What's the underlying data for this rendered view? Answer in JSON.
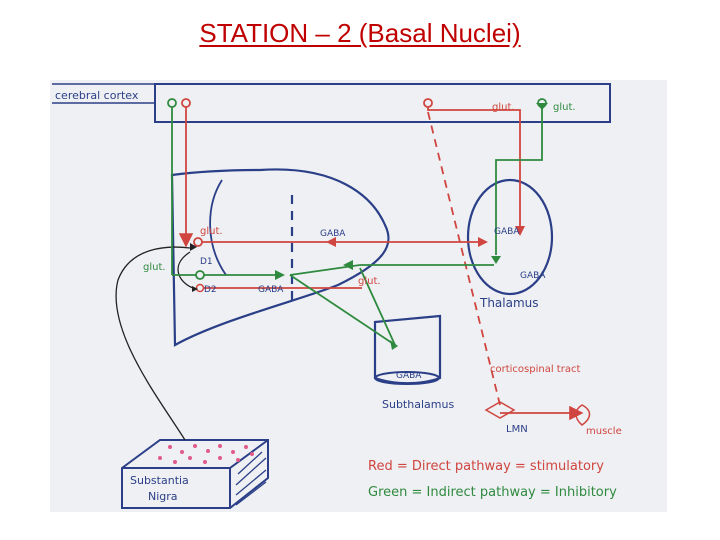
{
  "title": "STATION – 2 (Basal Nuclei)",
  "colors": {
    "title": "#c00000",
    "red": "#d0453f",
    "green": "#2f8a3f",
    "blue": "#2b3f88",
    "pink": "#e05a8a"
  },
  "labels": {
    "cerebral_cortex": "cerebral cortex",
    "glut1": "glut.",
    "glut2": "glut.",
    "glut3": "glut.",
    "glut4": "glut.",
    "glut5": "glut.",
    "gaba1": "GABA",
    "gaba2": "GABA",
    "gaba3": "GABA",
    "gaba4": "GABA",
    "gaba5": "GABA",
    "d1": "D1",
    "d2": "D2",
    "thalamus": "Thalamus",
    "subthalamus": "Subthalamus",
    "corticospinal": "corticospinal tract",
    "lmn": "LMN",
    "muscle": "muscle",
    "substantia": "Substantia",
    "nigra": "Nigra"
  },
  "legend": {
    "red": "Red = Direct pathway = stimulatory",
    "green": "Green = Indirect pathway = Inhibitory"
  }
}
